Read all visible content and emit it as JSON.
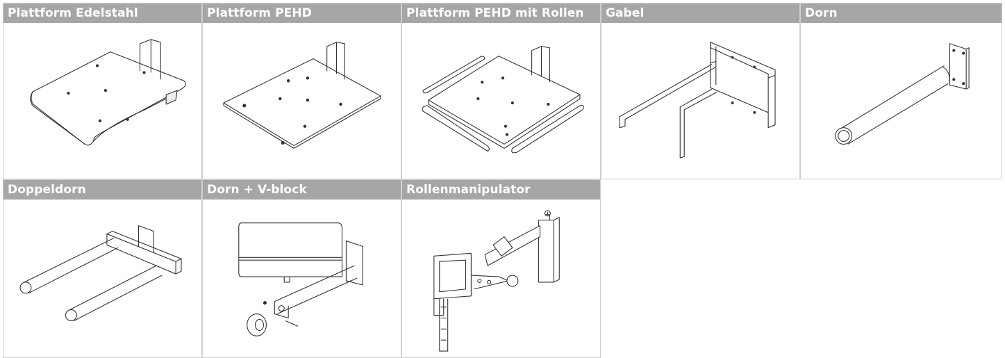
{
  "products": [
    {
      "label": "Plattform Edelstahl",
      "icon": "platform-stainless-steel-drawing"
    },
    {
      "label": "Plattform PEHD",
      "icon": "platform-pehd-drawing"
    },
    {
      "label": "Plattform PEHD mit Rollen",
      "icon": "platform-pehd-rollers-drawing"
    },
    {
      "label": "Gabel",
      "icon": "fork-drawing"
    },
    {
      "label": "Dorn",
      "icon": "mandrel-drawing"
    },
    {
      "label": "Doppeldorn",
      "icon": "double-mandrel-drawing"
    },
    {
      "label": "Dorn + V-block",
      "icon": "mandrel-v-block-drawing"
    },
    {
      "label": "Rollenmanipulator",
      "icon": "roll-manipulator-drawing"
    }
  ],
  "colors": {
    "header_bg": "#a6a6a6",
    "header_text": "#ffffff",
    "border": "#cfcfcf",
    "drawing_stroke": "#333333"
  }
}
